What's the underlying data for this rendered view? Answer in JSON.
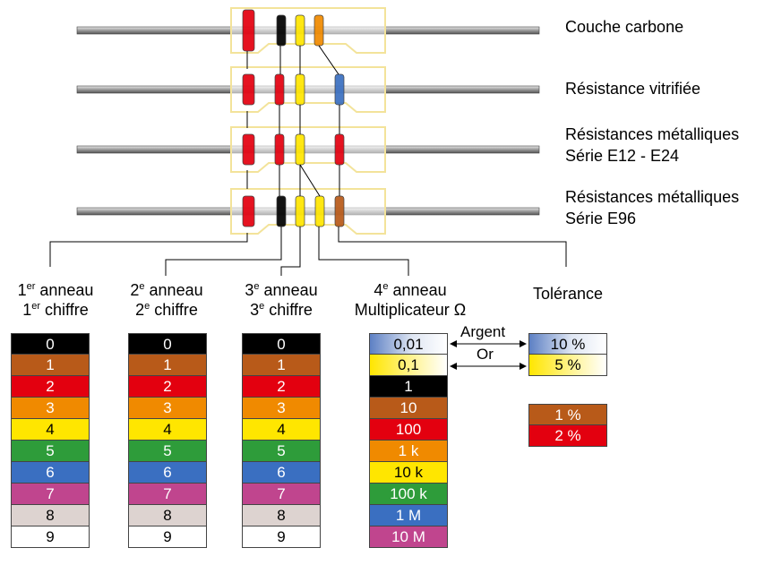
{
  "resistor_labels": [
    "Couche carbone",
    "Résistance vitrifiée",
    "Résistances métalliques",
    "Série E12 - E24",
    "Résistances métalliques",
    "Série E96"
  ],
  "headers": {
    "ring1": {
      "base1": "1",
      "sup1": "er",
      "rest1": " anneau",
      "base2": "1",
      "sup2": "er",
      "rest2": " chiffre"
    },
    "ring2": {
      "base1": "2",
      "sup1": "e",
      "rest1": " anneau",
      "base2": "2",
      "sup2": "e",
      "rest2": " chiffre"
    },
    "ring3": {
      "base1": "3",
      "sup1": "e",
      "rest1": " anneau",
      "base2": "3",
      "sup2": "e",
      "rest2": " chiffre"
    },
    "ring4": {
      "base1": "4",
      "sup1": "e",
      "rest1": " anneau",
      "line2": "Multiplicateur Ω"
    },
    "tolerance": "Tolérance"
  },
  "digits": [
    "0",
    "1",
    "2",
    "3",
    "4",
    "5",
    "6",
    "7",
    "8",
    "9"
  ],
  "multipliers": [
    "0,01",
    "0,1",
    "1",
    "10",
    "100",
    "1 k",
    "10 k",
    "100 k",
    "1 M",
    "10 M"
  ],
  "tolerances_top": [
    "10 %",
    "5 %"
  ],
  "tolerances_bottom": [
    "1 %",
    "2 %"
  ],
  "arrow_labels": [
    "Argent",
    "Or"
  ],
  "colors": {
    "black": "#000000",
    "brown": "#b85a19",
    "red": "#e3000f",
    "orange": "#f08a00",
    "yellow": "#ffe600",
    "green": "#2e9c3a",
    "blue": "#3a6fc1",
    "violet": "#c0458e",
    "grey": "#ddd3d0",
    "white": "#ffffff",
    "silver": "#7e98c8",
    "gold": "#ffee00",
    "body_outline": "#f3e39a",
    "wire": "#9a9a9a"
  }
}
